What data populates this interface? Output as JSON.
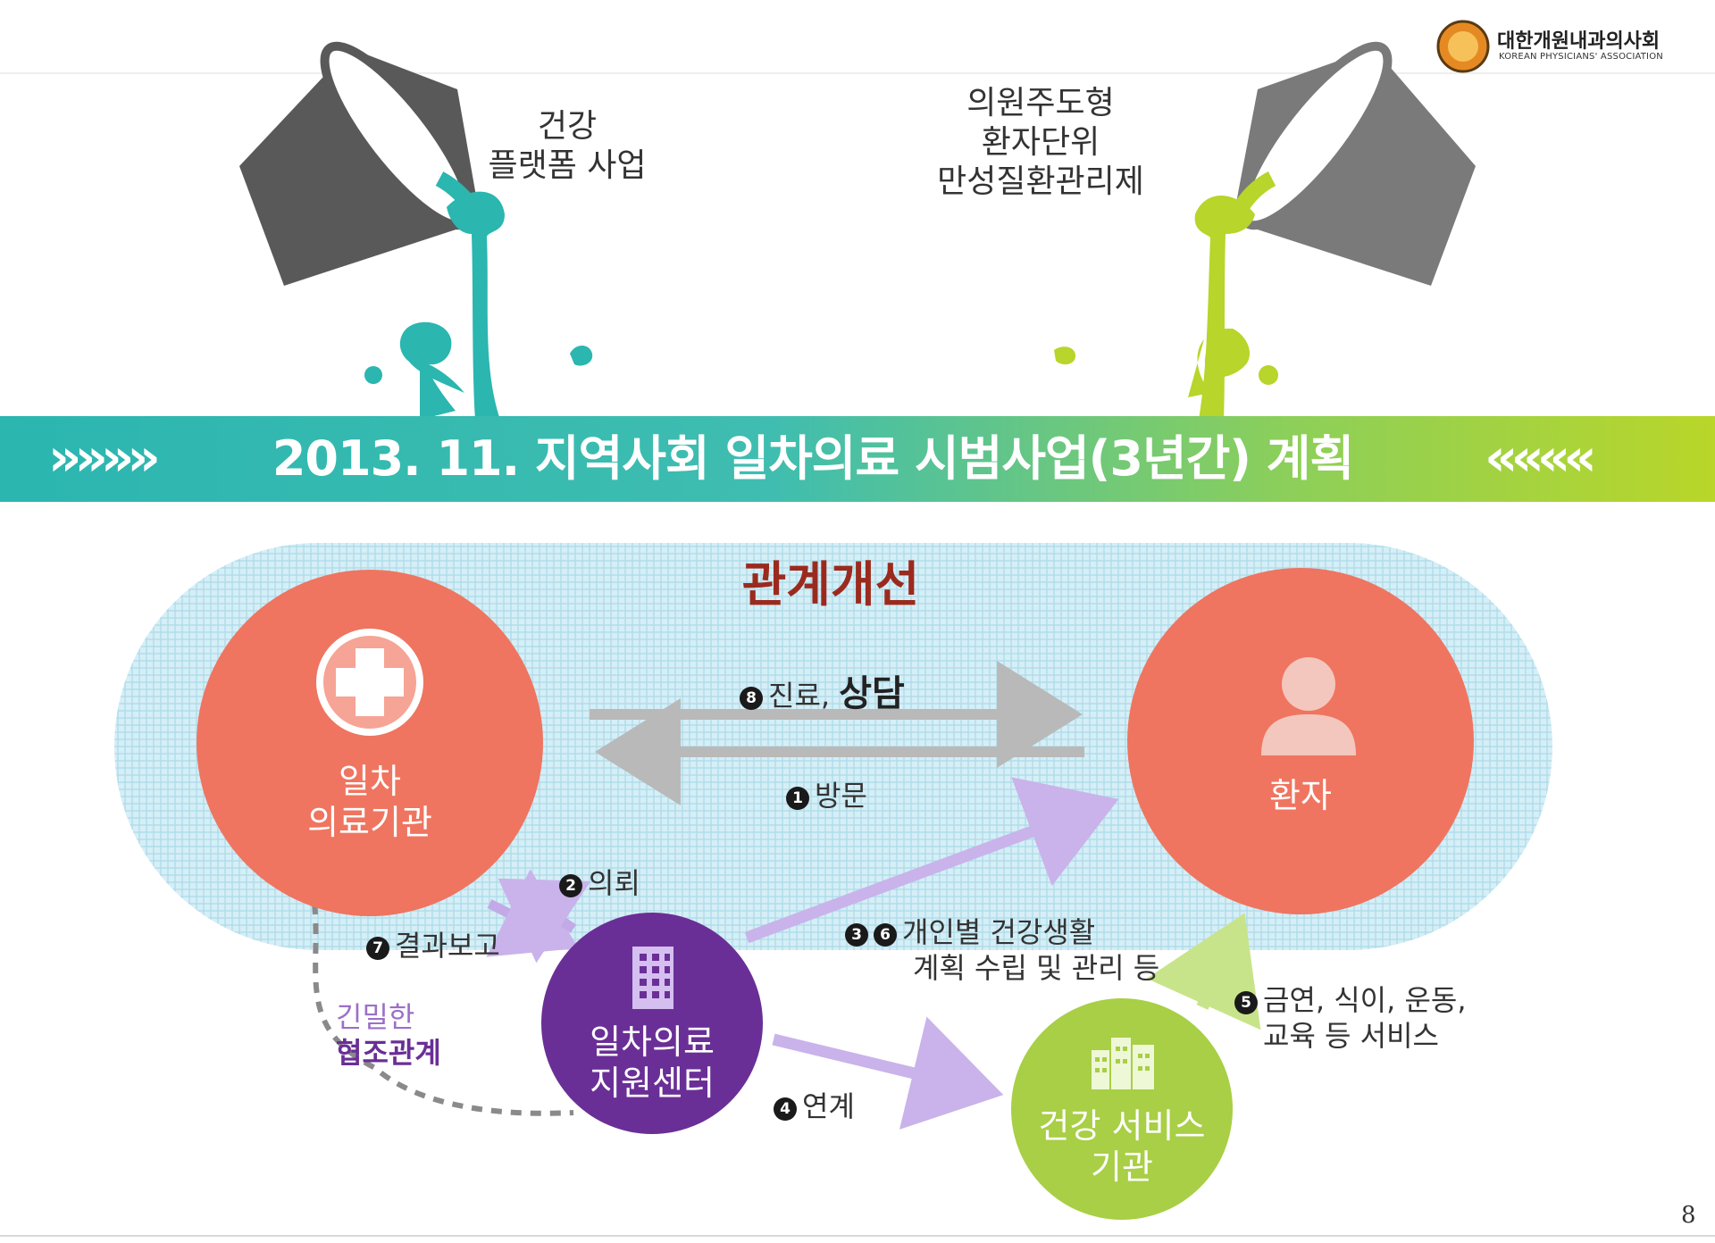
{
  "logo": {
    "name_ko": "대한개원내과의사회",
    "name_en": "KOREAN PHYSICIANS' ASSOCIATION"
  },
  "top": {
    "left_bucket_label": [
      "건강",
      "플랫폼 사업"
    ],
    "right_bucket_label": [
      "의원주도형",
      "환자단위",
      "만성질환관리제"
    ]
  },
  "banner": {
    "title": "2013. 11. 지역사회 일차의료 시범사업(3년간) 계획",
    "left_arrows": "»»»»",
    "right_arrows": "««««"
  },
  "diagram": {
    "heading": "관계개선",
    "node_clinic": "일차\n의료기관",
    "node_patient": "환자",
    "node_center": "일차의료\n지원센터",
    "node_service": "건강 서비스\n기관",
    "edges": {
      "e8": {
        "num": "8",
        "text": "진료, ",
        "bold": "상담"
      },
      "e1": {
        "num": "1",
        "text": "방문"
      },
      "e2": {
        "num": "2",
        "text": "의뢰"
      },
      "e7": {
        "num": "7",
        "text": "결과보고"
      },
      "e36": {
        "nums": [
          "3",
          "6"
        ],
        "line1": "개인별 건강생활",
        "line2": "계획 수립 및 관리 등"
      },
      "e4": {
        "num": "4",
        "text": "연계"
      },
      "e5": {
        "num": "5",
        "line1": "금연, 식이, 운동,",
        "line2": "교육 등 서비스"
      }
    },
    "cooperation": {
      "line1": "긴밀한",
      "line2": "협조관계"
    }
  },
  "page_number": "8",
  "colors": {
    "teal": "#2fb8b0",
    "lime": "#b7d52a",
    "coral": "#ef7560",
    "purple": "#6a2f96",
    "green": "#a8cf45",
    "arrow_gray": "#b9b9b9",
    "arrow_lilac": "#c3a9e6",
    "heading_red": "#9b2a1e"
  }
}
